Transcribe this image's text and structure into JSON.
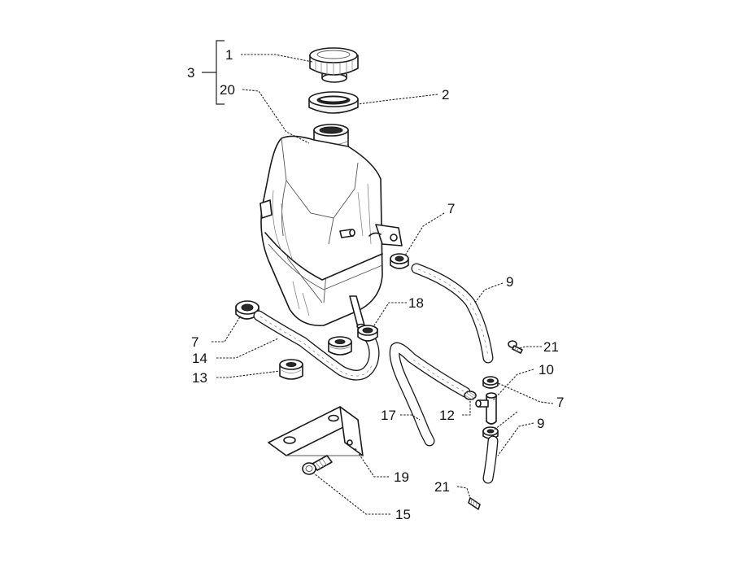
{
  "diagram": {
    "callouts": [
      {
        "id": "c1",
        "label": "1"
      },
      {
        "id": "c2",
        "label": "2"
      },
      {
        "id": "c3",
        "label": "3"
      },
      {
        "id": "c20",
        "label": "20"
      },
      {
        "id": "c7a",
        "label": "7"
      },
      {
        "id": "c9a",
        "label": "9"
      },
      {
        "id": "c18",
        "label": "18"
      },
      {
        "id": "c7b",
        "label": "7"
      },
      {
        "id": "c21a",
        "label": "21"
      },
      {
        "id": "c14",
        "label": "14"
      },
      {
        "id": "c13",
        "label": "13"
      },
      {
        "id": "c10",
        "label": "10"
      },
      {
        "id": "c7c",
        "label": "7"
      },
      {
        "id": "c12",
        "label": "12"
      },
      {
        "id": "c17",
        "label": "17"
      },
      {
        "id": "c9b",
        "label": "9"
      },
      {
        "id": "c19",
        "label": "19"
      },
      {
        "id": "c21b",
        "label": "21"
      },
      {
        "id": "c15",
        "label": "15"
      }
    ]
  }
}
